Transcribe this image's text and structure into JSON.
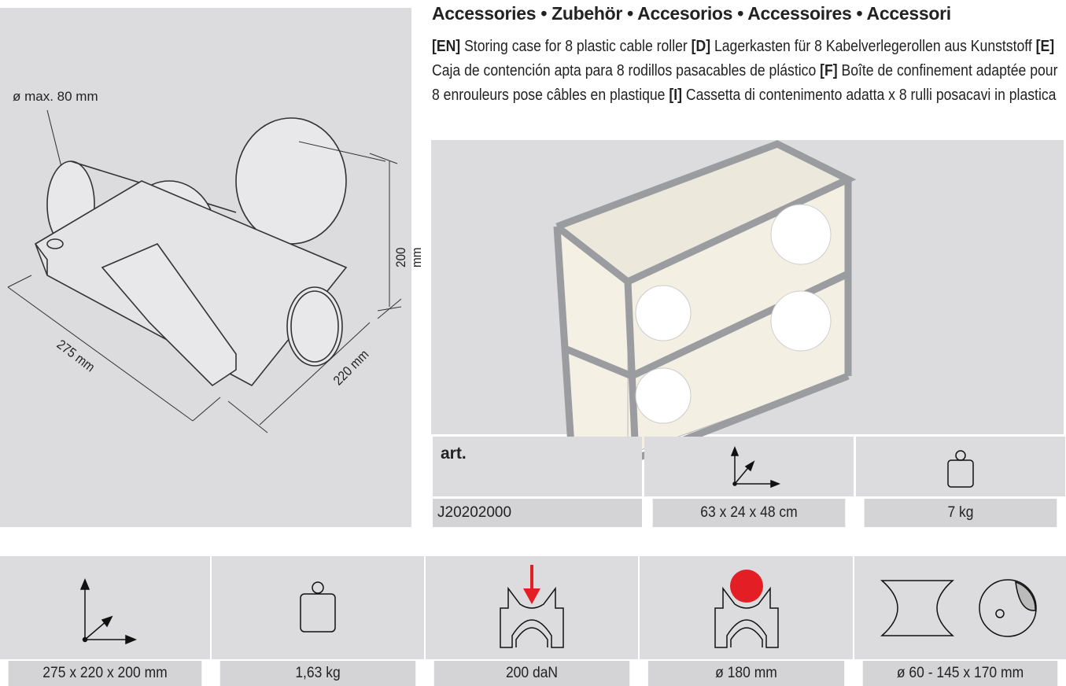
{
  "title": "Accessories • Zubehör • Accesorios • Accessoires • Accessori",
  "description": [
    {
      "tag": "[EN]",
      "text": " Storing case for 8 plastic cable roller  "
    },
    {
      "tag": "[D]",
      "text": " Lagerkasten für 8 Kabelverlegerollen aus Kunststoff  "
    },
    {
      "tag": "[E]",
      "text": " Caja de contención apta para 8 rodillos pasacables de plástico  "
    },
    {
      "tag": "[F]",
      "text": " Boîte de confinement adaptée pour 8 enrouleurs pose câbles en plastique  "
    },
    {
      "tag": "[I]",
      "text": " Cassetta di contenimento adatta x 8 rulli posacavi in plastica"
    }
  ],
  "drawing": {
    "diameter": "ø max. 80 mm",
    "height": "200 mm",
    "length": "275 mm",
    "width": "220 mm"
  },
  "accessory_table": {
    "header": "art.",
    "icons": [
      "dimensions-icon",
      "weight-icon"
    ],
    "row": {
      "art": "J20202000",
      "dimensions": "63 x 24 x 48 cm",
      "weight": "7 kg"
    }
  },
  "specs": [
    {
      "icon": "dimensions-icon",
      "value": "275 x 220 x 200 mm"
    },
    {
      "icon": "weight-icon",
      "value": "1,63 kg"
    },
    {
      "icon": "load-icon",
      "value": "200 daN"
    },
    {
      "icon": "cable-diameter-icon",
      "value": "ø 180 mm"
    },
    {
      "icon": "roller-size-icon",
      "value": "ø 60 - 145 x 170 mm"
    }
  ],
  "colors": {
    "panel": "#dcdcde",
    "accent": "#e31e24"
  }
}
